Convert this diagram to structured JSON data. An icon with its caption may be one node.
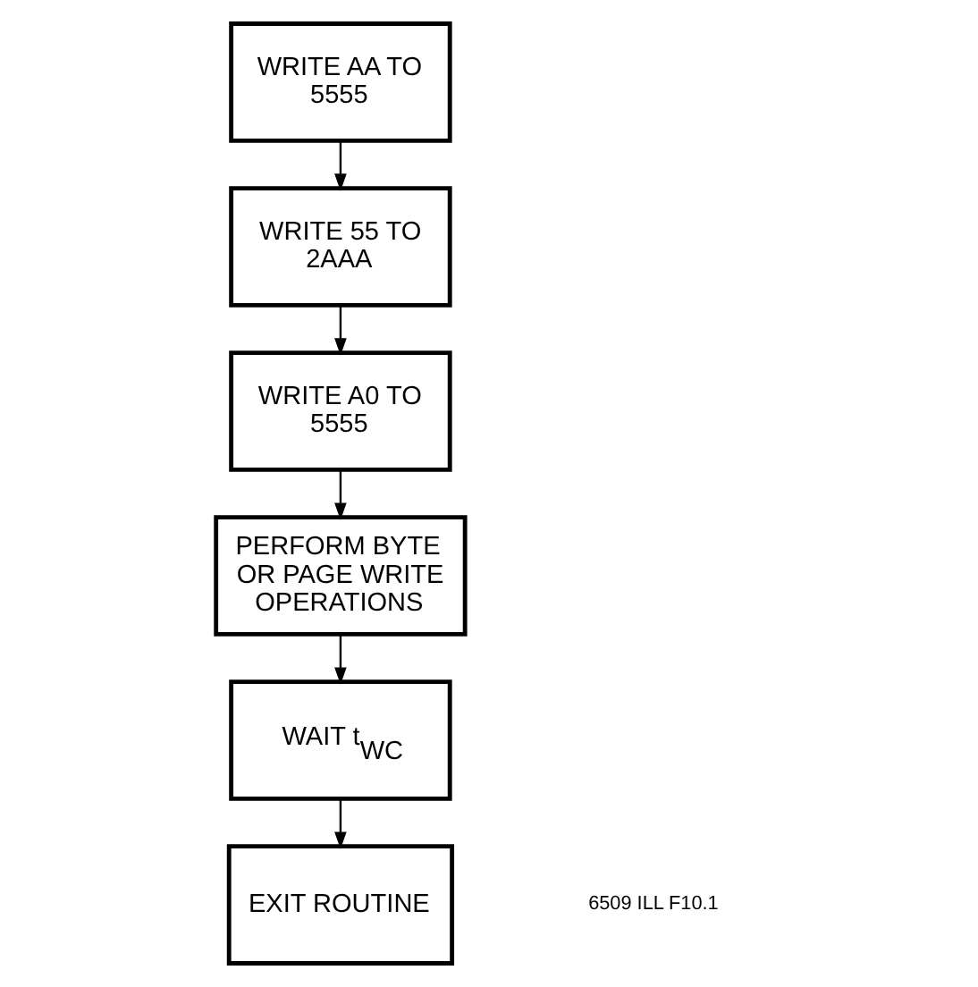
{
  "diagram": {
    "nodes": [
      {
        "text": [
          "WRITE AA TO 5555"
        ]
      },
      {
        "text": [
          "WRITE 55 TO 2AAA"
        ]
      },
      {
        "text": [
          "WRITE A0 TO 5555"
        ]
      },
      {
        "text": [
          "PERFORM BYTE OR PAGE WRITE OPERATIONS"
        ]
      },
      {
        "text": [
          "WAIT t$_{WC}$"
        ]
      },
      {
        "text": [
          "EXIT ROUTINE"
        ]
      }
    ],
    "edges": [
      {
        "from": 0,
        "to": 1,
        "arrow": "to"
      },
      {
        "from": 1,
        "to": 2,
        "arrow": "to"
      },
      {
        "from": 2,
        "to": 3,
        "arrow": "to"
      },
      {
        "from": 3,
        "to": 4,
        "arrow": "to"
      },
      {
        "from": 4,
        "to": 5,
        "arrow": "to"
      }
    ],
    "labels": [
      "6509 ILL F10.1"
    ]
  }
}
